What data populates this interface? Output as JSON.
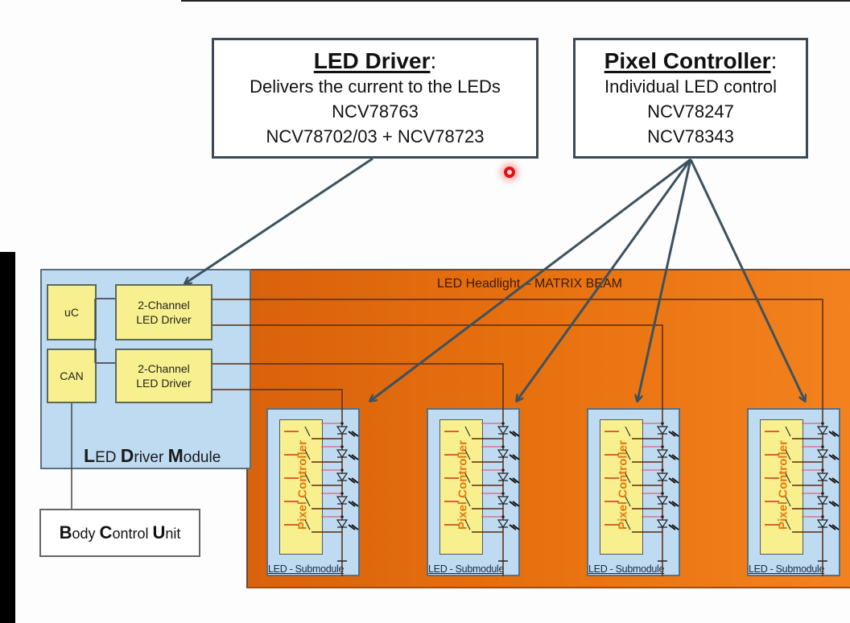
{
  "callouts": {
    "led_driver": {
      "title": "LED Driver",
      "title_suffix": ":",
      "lines": [
        "Delivers the current to the LEDs",
        "NCV78763",
        "NCV78702/03 + NCV78723"
      ]
    },
    "pixel_controller": {
      "title": "Pixel Controller",
      "title_suffix": ":",
      "lines": [
        "Individual LED control",
        "NCV78247",
        "NCV78343"
      ]
    }
  },
  "driver_module": {
    "label_parts": [
      [
        "L",
        "ED "
      ],
      [
        "D",
        "river "
      ],
      [
        "M",
        "odule"
      ]
    ],
    "uc_label": "uC",
    "can_label": "CAN",
    "driver1": [
      "2-Channel",
      "LED Driver"
    ],
    "driver2": [
      "2-Channel",
      "LED Driver"
    ]
  },
  "headlight": {
    "label": "LED Headlight – MATRIX BEAM"
  },
  "body_control_unit": {
    "label_parts": [
      [
        "B",
        "ody "
      ],
      [
        "C",
        "ontrol "
      ],
      [
        "U",
        "nit"
      ]
    ]
  },
  "submodules": [
    {
      "label": "LED - Submodule",
      "controller_label": "Pixel Controller",
      "led_count": 5
    },
    {
      "label": "LED - Submodule",
      "controller_label": "Pixel Controller",
      "led_count": 5
    },
    {
      "label": "LED - Submodule",
      "controller_label": "Pixel Controller",
      "led_count": 5
    },
    {
      "label": "LED - Submodule",
      "controller_label": "Pixel Controller",
      "led_count": 5
    }
  ],
  "colors": {
    "headlight_orange": "#e8720f",
    "module_blue": "#bfdbf2",
    "chip_yellow": "#f8f08e",
    "arrow": "#3d5260",
    "wire": "#5a2a10",
    "pixel_text": "#e0780c"
  }
}
